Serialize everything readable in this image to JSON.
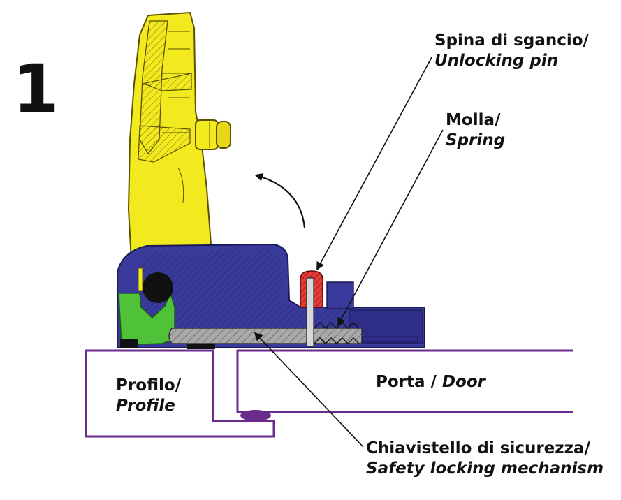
{
  "figure_number": "1",
  "labels": {
    "unlocking_pin_it": "Spina di sgancio/",
    "unlocking_pin_en": "Unlocking pin",
    "spring_it": "Molla/",
    "spring_en": "Spring",
    "profile_it": "Profilo/",
    "profile_en": "Profile",
    "door_it": "Porta / ",
    "door_en": "Door",
    "safety_it": "Chiavistello di sicurezza/",
    "safety_en": "Safety locking mechanism"
  },
  "colors": {
    "handle_yellow": "#f2ea1e",
    "body_blue": "#3a3a9c",
    "seal_green": "#4fc23a",
    "pin_red": "#e53a35",
    "outline_purple": "#6a2c8c",
    "bolt_gray": "#a9a9a9"
  }
}
